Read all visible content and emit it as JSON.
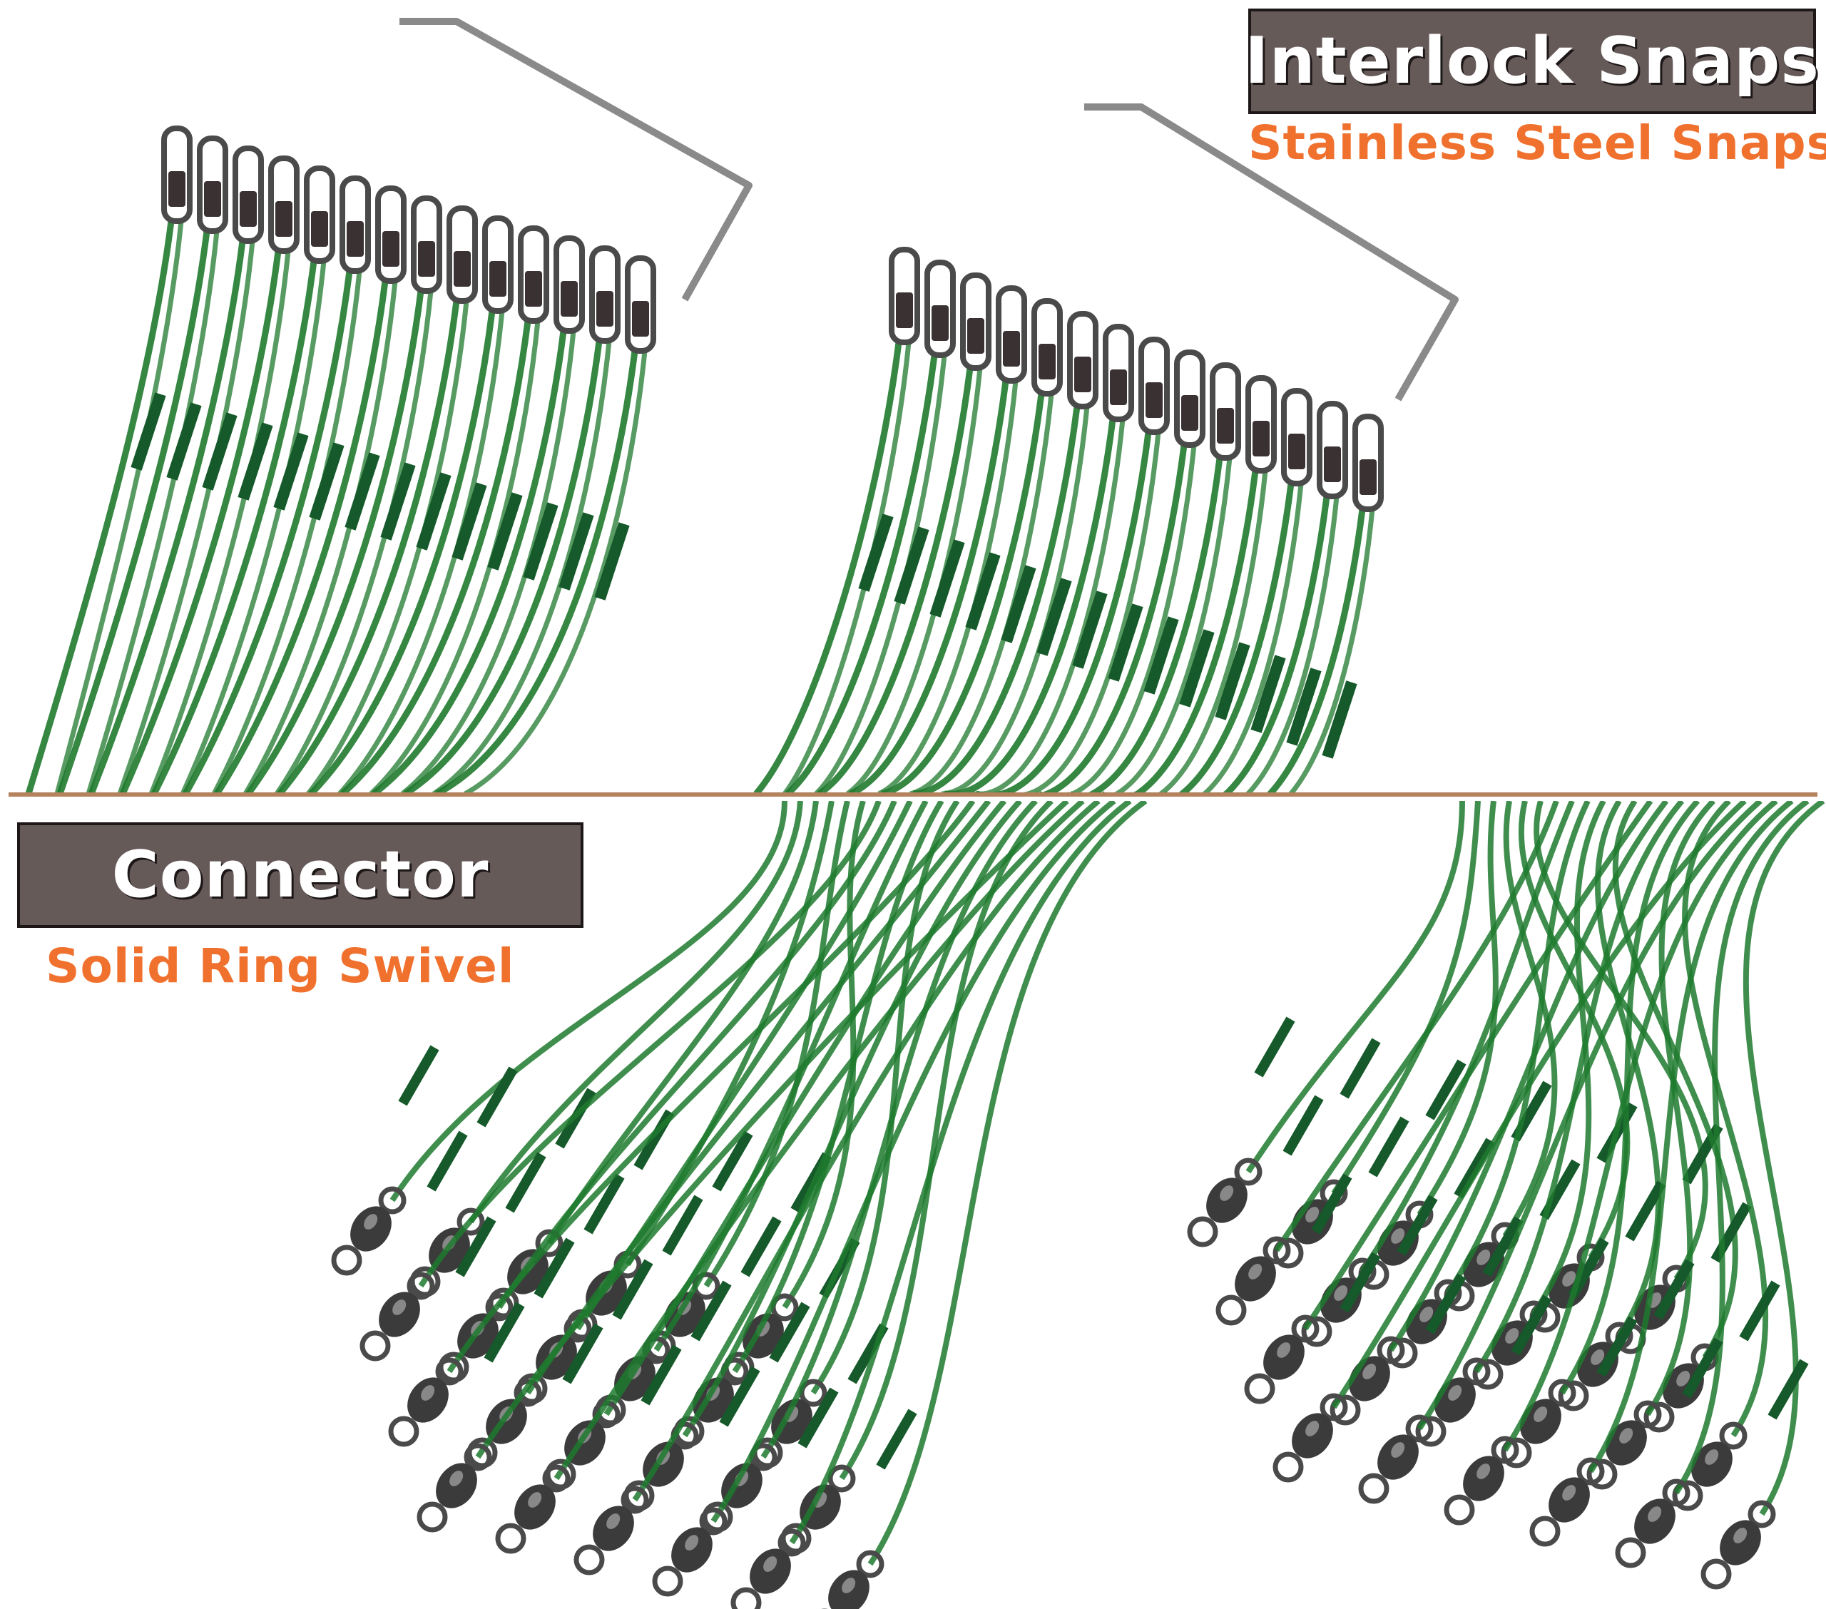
{
  "top_panel": {
    "title": "Interlock Snaps",
    "subtitle": "Stainless Steel Snaps"
  },
  "bottom_panel": {
    "title": "Connector",
    "subtitle": "Solid Ring Swivel"
  },
  "colors": {
    "label_box": "#665a59",
    "label_border": "#1d1717",
    "title_text": "#ffffff",
    "subtitle_text": "#f0712e",
    "divider": "#b5825e",
    "wire_green": "#1f7a2e",
    "metal": "#4a4a4a"
  }
}
